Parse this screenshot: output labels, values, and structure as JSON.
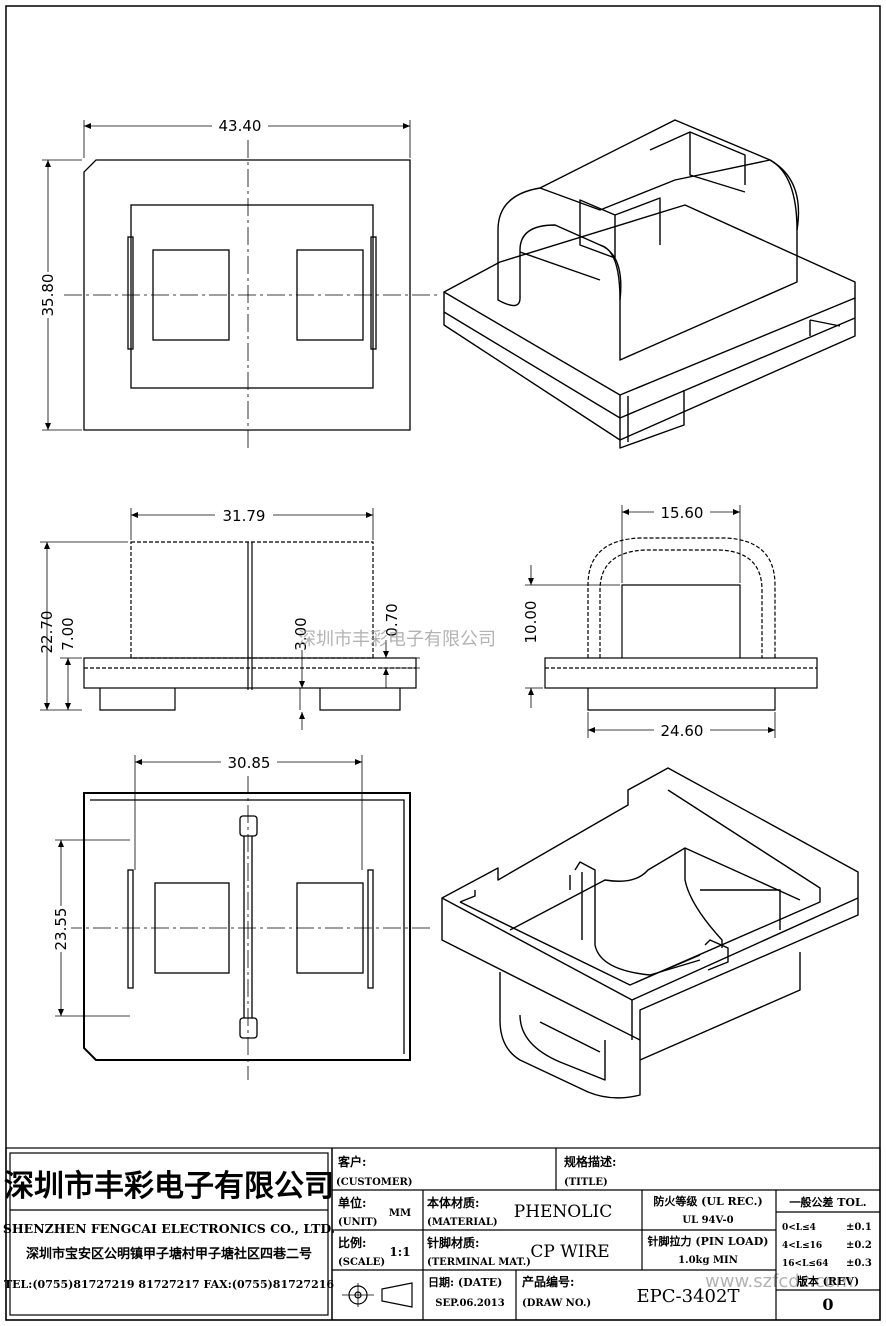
{
  "dimensions": {
    "top_width": "43.40",
    "top_height": "35.80",
    "front_width": "31.79",
    "front_height": "22.70",
    "front_base": "7.00",
    "front_gap": "3.00",
    "front_edge": "0.70",
    "side_top": "15.60",
    "side_depth": "10.00",
    "side_bottom": "24.60",
    "bottom_width": "30.85",
    "bottom_height": "23.55"
  },
  "watermark": {
    "center": "深圳市丰彩电子有限公司",
    "corner": "www.szfcdz.com"
  },
  "company": {
    "name_cn": "深圳市丰彩电子有限公司",
    "name_en": "SHENZHEN FENGCAI ELECTRONICS CO., LTD.",
    "address": "深圳市宝安区公明镇甲子塘村甲子塘社区四巷二号",
    "contact": "TEL:(0755)81727219  81727217    FAX:(0755)81727216"
  },
  "titleblock": {
    "customer_label": "客户:",
    "customer_label_en": "(CUSTOMER)",
    "title_label": "规格描述:",
    "title_label_en": "(TITLE)",
    "unit_label": "单位:",
    "unit_label_en": "(UNIT)",
    "unit_value": "MM",
    "material_label": "本体材质:",
    "material_label_en": "(MATERIAL)",
    "material_value": "PHENOLIC",
    "ul_label": "防火等级 (UL REC.)",
    "ul_value": "UL 94V-0",
    "tol_label": "一般公差 TOL.",
    "tol_rows": [
      {
        "range": "0<L≤4",
        "value": "±0.1"
      },
      {
        "range": "4<L≤16",
        "value": "±0.2"
      },
      {
        "range": "16<L≤64",
        "value": "±0.3"
      }
    ],
    "scale_label": "比例:",
    "scale_label_en": "(SCALE)",
    "scale_value": "1:1",
    "terminal_label": "针脚材质:",
    "terminal_label_en": "(TERMINAL MAT.)",
    "terminal_value": "CP WIRE",
    "pinload_label": "针脚拉力 (PIN LOAD)",
    "pinload_value": "1.0kg MIN",
    "date_label": "日期: (DATE)",
    "date_value": "SEP.06.2013",
    "drawno_label": "产品编号:",
    "drawno_label_en": "(DRAW NO.)",
    "drawno_value": "EPC-3402T",
    "rev_label": "版本 (REV)",
    "rev_value": "0"
  }
}
